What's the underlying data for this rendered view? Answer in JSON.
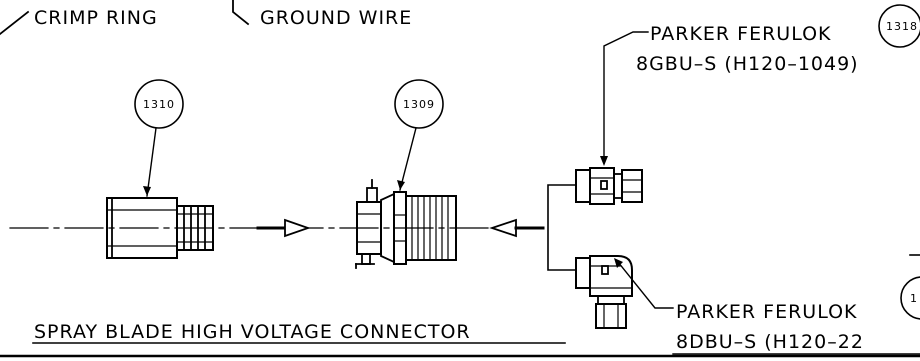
{
  "labels": {
    "crimp_ring": "CRIMP RING",
    "ground_wire": "GROUND WIRE",
    "parker_top_line1": "PARKER FERULOK",
    "parker_top_line2": "8GBU–S (H120–1049)",
    "parker_bottom_line1": "PARKER FERULOK",
    "parker_bottom_line2": "8DBU–S (H120–22",
    "title": "SPRAY BLADE HIGH VOLTAGE CONNECTOR"
  },
  "callouts": {
    "c1310": "1310",
    "c1309": "1309",
    "c1318": "1318",
    "c_bottom_partial": "1"
  },
  "colors": {
    "line": "#000000",
    "background": "#ffffff"
  }
}
